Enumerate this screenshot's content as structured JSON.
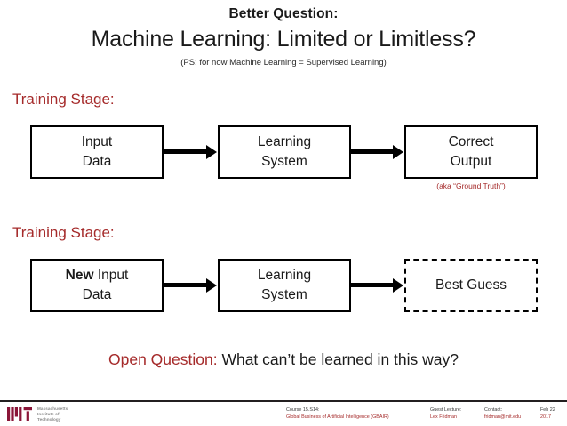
{
  "slide": {
    "kicker": "Better Question:",
    "title": "Machine Learning: Limited or Limitless?",
    "subtitle": "(PS: for now Machine Learning = Supervised Learning)"
  },
  "sections": [
    {
      "label": "Training Stage:",
      "label_color": "#A52A2A",
      "boxes": [
        {
          "name": "input-data",
          "line1": "Input",
          "line1_bold": "",
          "line2": "Data",
          "style": "solid"
        },
        {
          "name": "learning-system",
          "line1": "Learning",
          "line1_bold": "",
          "line2": "System",
          "style": "solid"
        },
        {
          "name": "correct-output",
          "line1": "Correct",
          "line1_bold": "",
          "line2": "Output",
          "style": "solid"
        }
      ],
      "annotation": "(aka “Ground Truth”)"
    },
    {
      "label": "Training Stage:",
      "label_color": "#A52A2A",
      "boxes": [
        {
          "name": "new-input-data",
          "line1_bold": "New",
          "line1": " Input",
          "line2": "Data",
          "style": "solid"
        },
        {
          "name": "learning-system",
          "line1": "Learning",
          "line1_bold": "",
          "line2": "System",
          "style": "solid"
        },
        {
          "name": "best-guess",
          "line1": "Best Guess",
          "line1_bold": "",
          "line2": "",
          "style": "dashed"
        }
      ],
      "annotation": ""
    }
  ],
  "open_question": {
    "label": "Open Question:",
    "text": "What can’t be learned in this way?",
    "label_color": "#A52A2A"
  },
  "footer": {
    "logo_alt": "mit-logo",
    "logo_line1": "Massachusetts",
    "logo_line2": "Institute of",
    "logo_line3": "Technology",
    "course_label": "Course 15.S14:",
    "course_name": "Global Business of Artificial Intelligence (GBAIR)",
    "lecture_label": "Guest Lecture:",
    "lecture_name": "Lex Fridman",
    "contact_label": "Contact:",
    "contact_value": "fridman@mit.edu",
    "date_line1": "Feb 22",
    "date_line2": "2017",
    "accent_color": "#A52A2A"
  }
}
